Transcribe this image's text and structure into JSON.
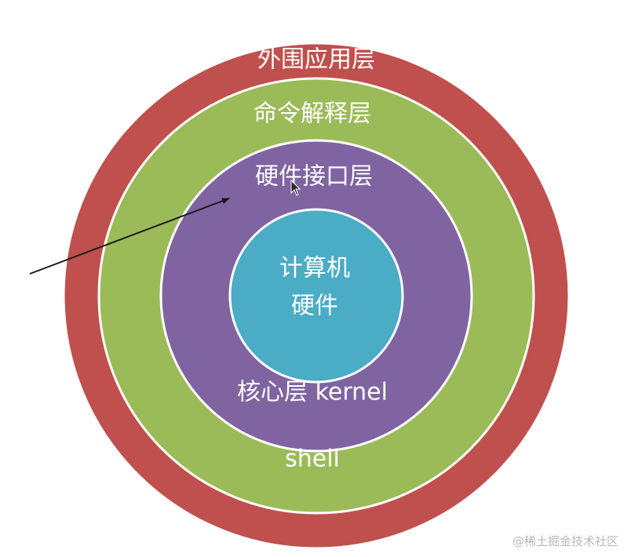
{
  "layers": {
    "outer": {
      "label": "外围应用层",
      "fill": "#c0504d"
    },
    "shell": {
      "label": "命令解释层",
      "bottom_label": "shell",
      "fill": "#9bbb59"
    },
    "kernel": {
      "label": "硬件接口层",
      "bottom_label": "核心层 kernel",
      "fill": "#8064a2"
    },
    "hardware": {
      "label_line1": "计算机",
      "label_line2": "硬件",
      "fill": "#4bacc6"
    }
  },
  "text_color": "#ffffff",
  "ring_border_color": "#ffffff",
  "pointer": {
    "color": "#1a1a1a"
  },
  "watermark": {
    "text": "@稀土掘金技术社区"
  }
}
